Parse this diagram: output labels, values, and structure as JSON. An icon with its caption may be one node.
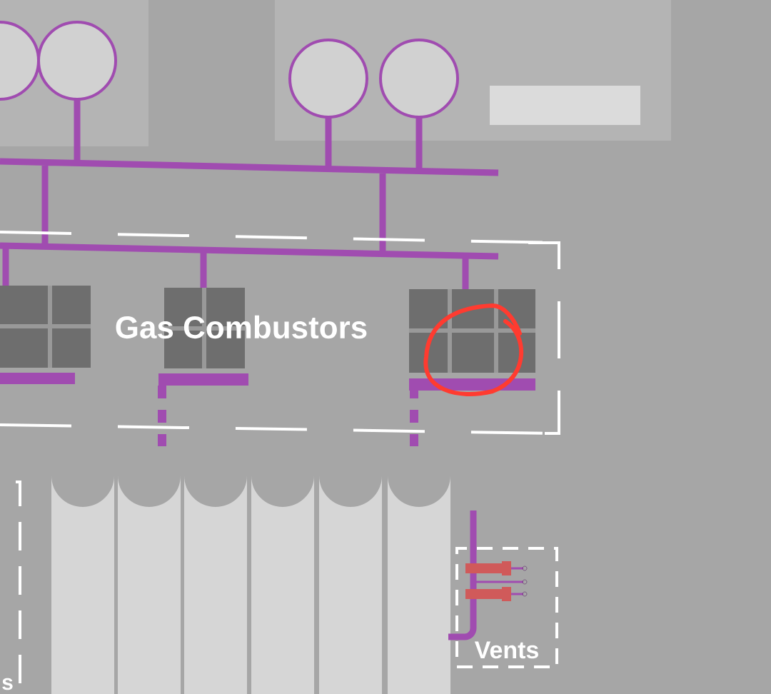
{
  "diagram": {
    "nodes": [
      {
        "text": [
          "Vents"
        ]
      }
    ],
    "labels": [
      "Gas Combustors",
      "s"
    ]
  }
}
